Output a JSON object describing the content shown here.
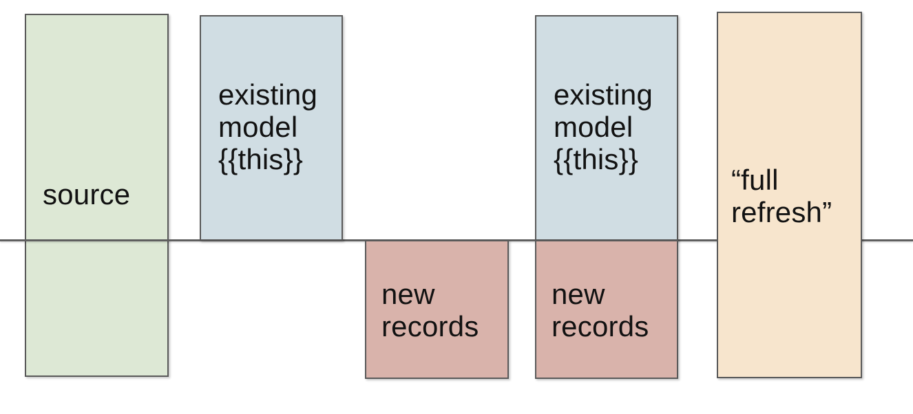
{
  "diagram": {
    "background": "#ffffff",
    "border_color": "#595959",
    "waterline_color": "#5f5f5f",
    "text_color": "#121212",
    "colors": {
      "source_green": "#dde8d5",
      "existing_model_blue": "#d0dde3",
      "new_records_pink": "#d9b3ab",
      "full_refresh_orange": "#f7e5cd"
    },
    "boxes": {
      "source": {
        "label": "source",
        "fill": "#dde8d5"
      },
      "existing_model_1": {
        "label": "existing\nmodel\n{{this}}",
        "fill": "#d0dde3"
      },
      "new_records_1": {
        "label": "new\nrecords",
        "fill": "#d9b3ab"
      },
      "existing_model_2": {
        "label": "existing\nmodel\n{{this}}",
        "fill": "#d0dde3"
      },
      "new_records_2": {
        "label": "new\nrecords",
        "fill": "#d9b3ab"
      },
      "full_refresh": {
        "label": "“full\nrefresh”",
        "fill": "#f7e5cd"
      }
    }
  }
}
